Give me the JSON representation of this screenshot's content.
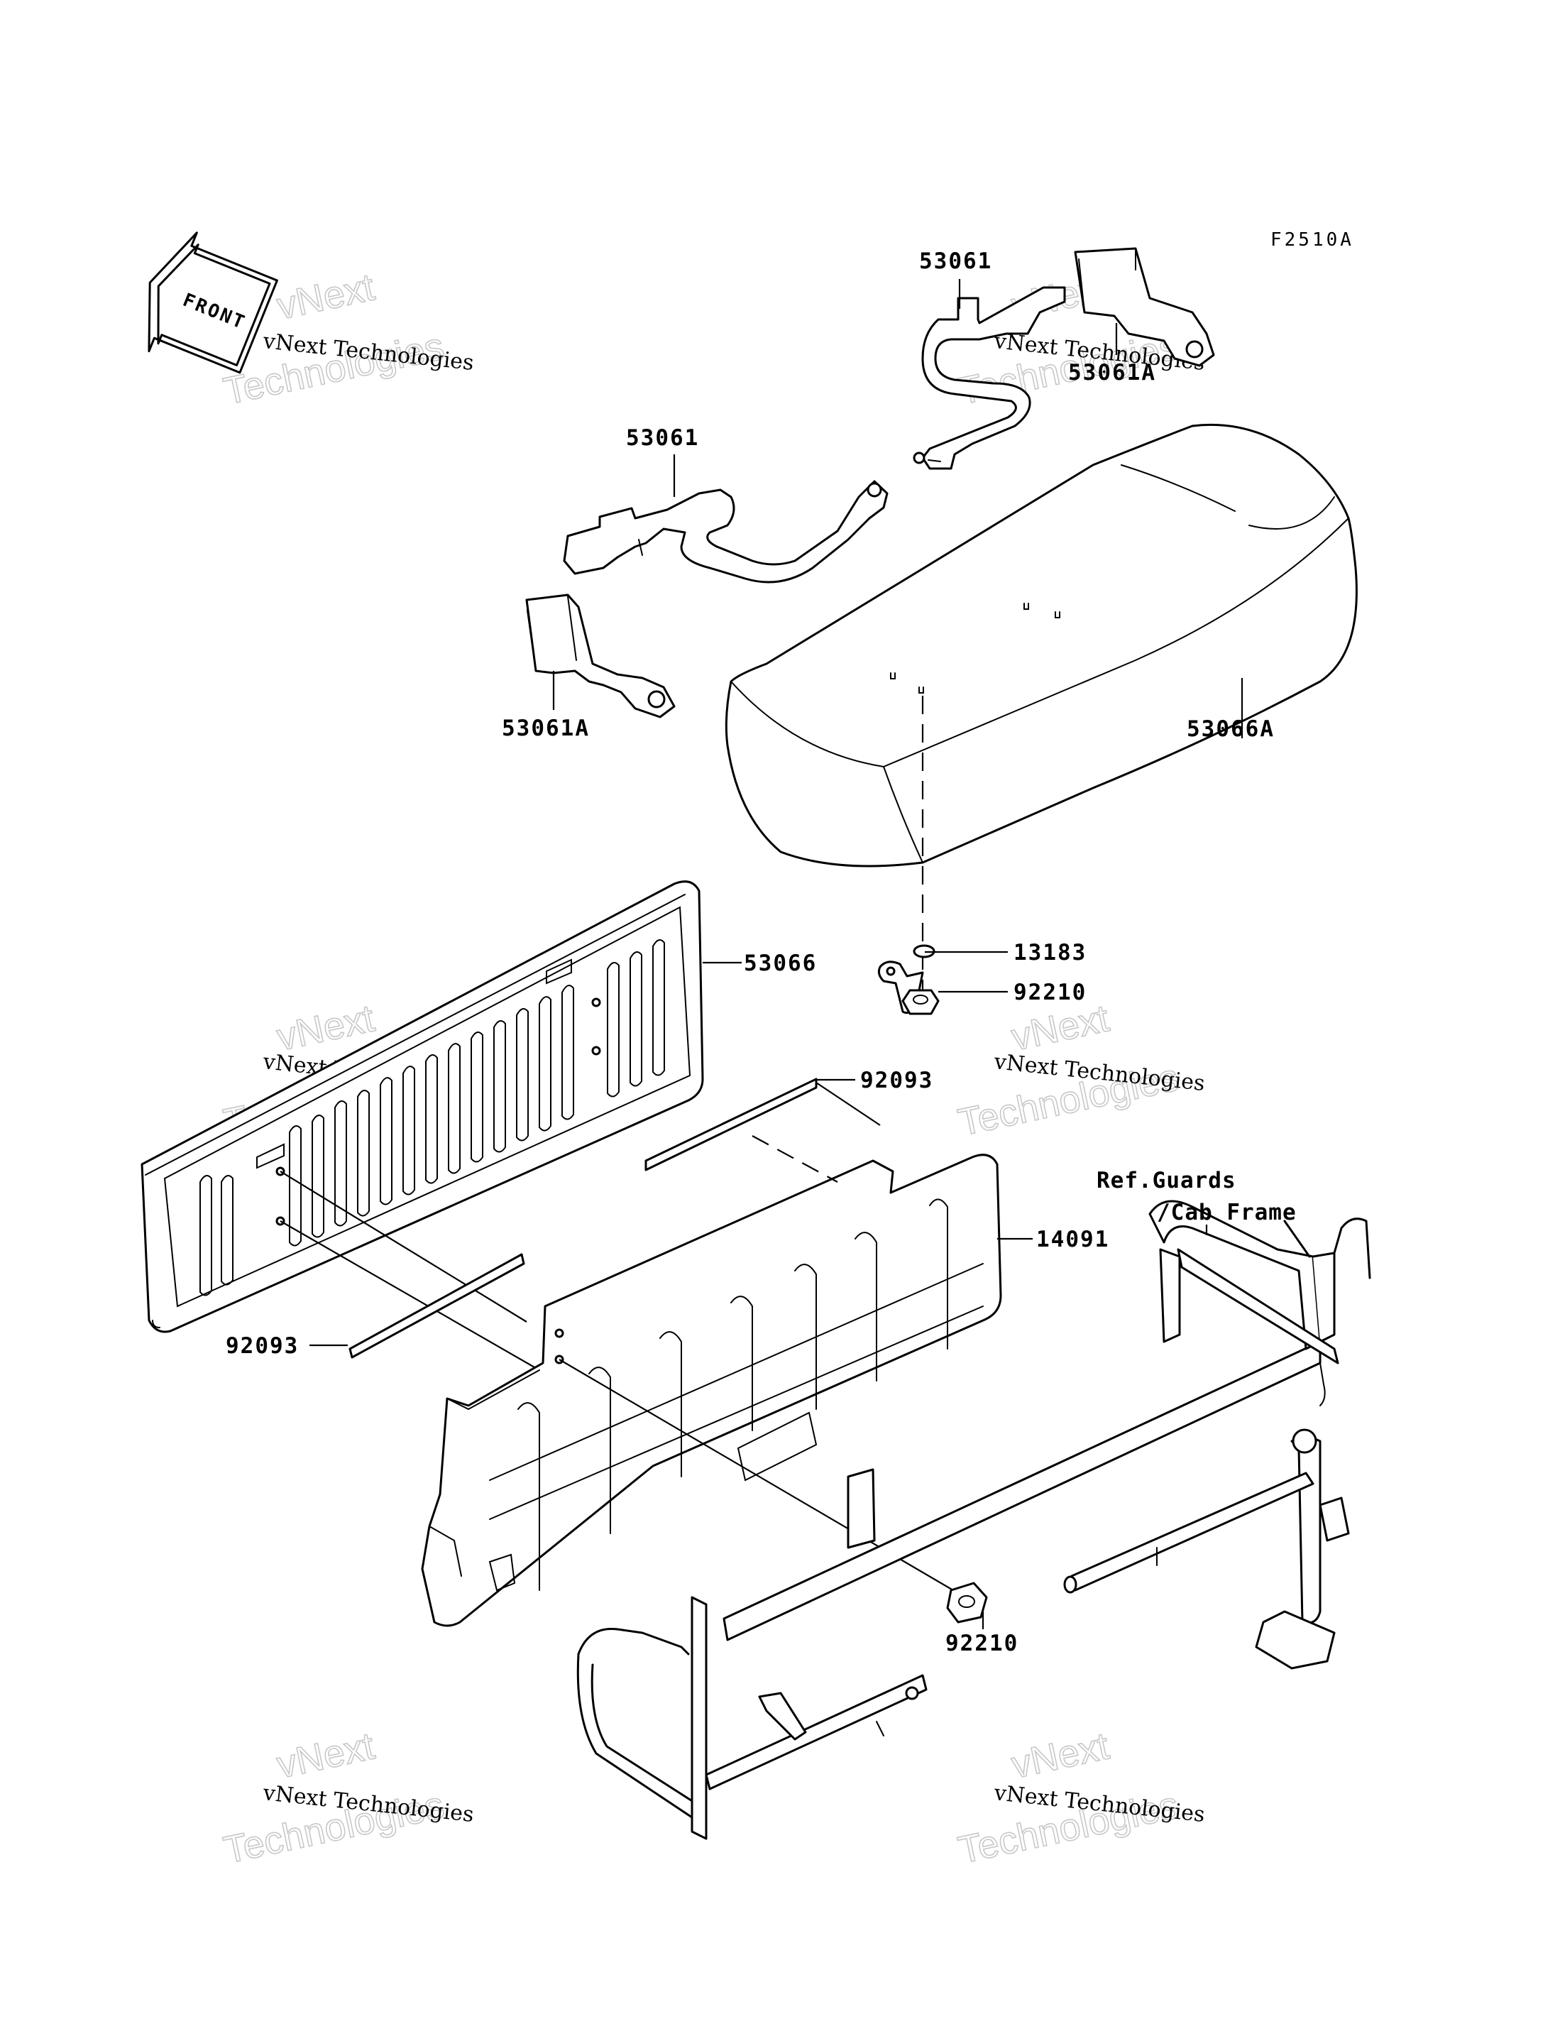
{
  "figure_code": "F2510A",
  "front_marker": "FRONT",
  "watermark": {
    "small": "vNext Technologies",
    "large_line1": "vNext",
    "large_line2": "Technologies"
  },
  "callouts": {
    "strap_upper": "53061",
    "buckle_upper": "53061A",
    "strap_left": "53061",
    "buckle_left": "53061A",
    "seat_cushion": "53066A",
    "backrest": "53066",
    "bracket": "13183",
    "nut_upper": "92210",
    "pad_upper": "92093",
    "seat_base": "14091",
    "pad_lower": "92093",
    "nut_lower": "92210"
  },
  "reference_note": {
    "line1": "Ref.Guards",
    "line2": "/Cab Frame"
  }
}
